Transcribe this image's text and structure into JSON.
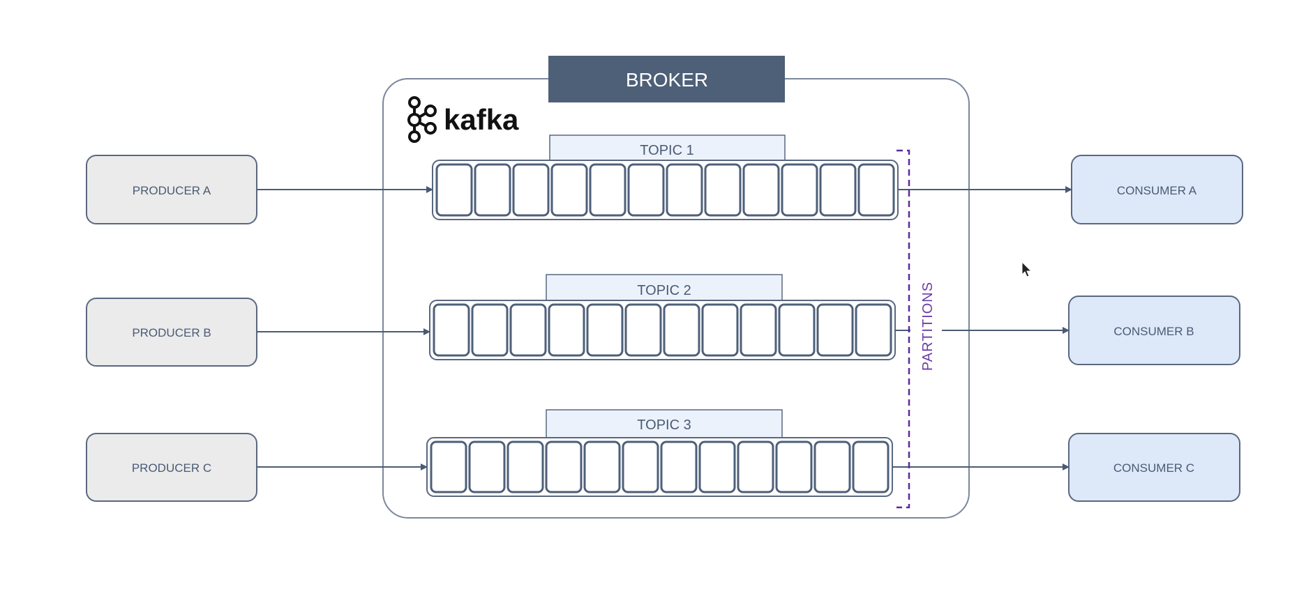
{
  "broker": {
    "label": "BROKER",
    "logo_text": "kafka"
  },
  "producers": [
    {
      "label": "PRODUCER A"
    },
    {
      "label": "PRODUCER B"
    },
    {
      "label": "PRODUCER C"
    }
  ],
  "consumers": [
    {
      "label": "CONSUMER A"
    },
    {
      "label": "CONSUMER B"
    },
    {
      "label": "CONSUMER C"
    }
  ],
  "topics": [
    {
      "label": "TOPIC 1",
      "partition_count": 12
    },
    {
      "label": "TOPIC 2",
      "partition_count": 12
    },
    {
      "label": "TOPIC 3",
      "partition_count": 12
    }
  ],
  "partitions_label": "PARTITIONS",
  "icons": {
    "logo": "kafka-logo-icon",
    "cursor": "mouse-pointer-icon"
  },
  "colors": {
    "broker_header": "#4e5f78",
    "producer_fill": "#ebebeb",
    "consumer_fill": "#dde9f9",
    "topic_label_fill": "#ecf2fb",
    "stroke": "#5a6780",
    "partitions_bracket": "#5b2a9a"
  }
}
